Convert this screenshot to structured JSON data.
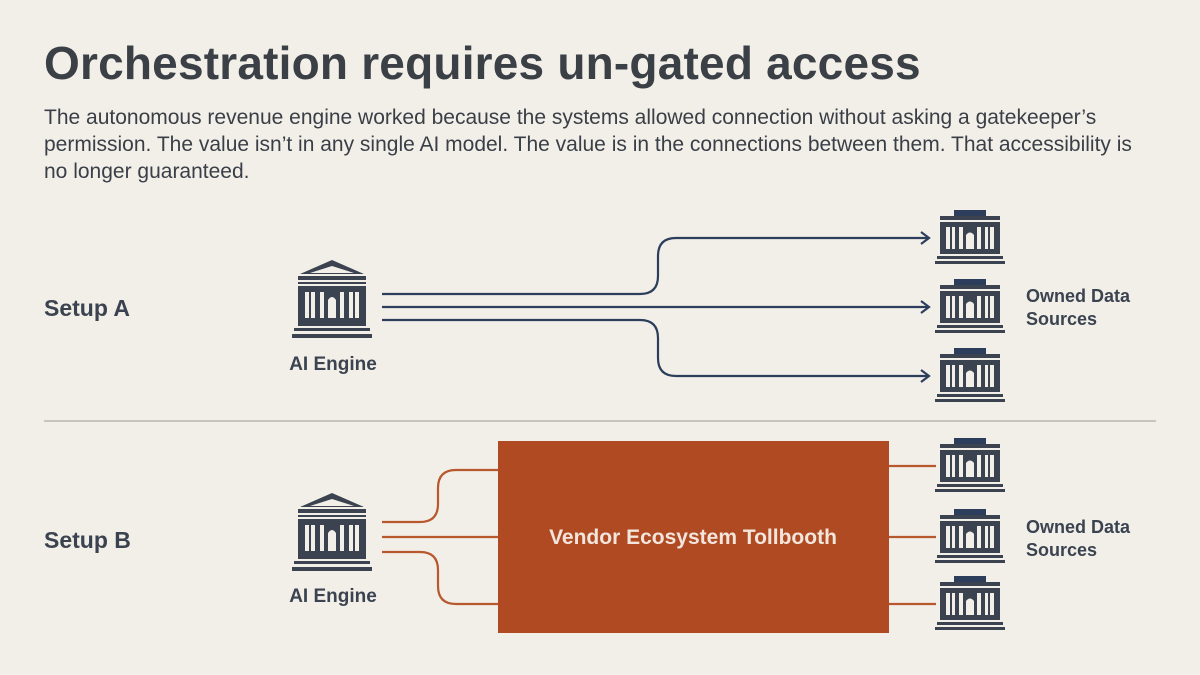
{
  "title": "Orchestration requires un-gated access",
  "description": "The autonomous revenue engine worked because the systems allowed connection without asking a gatekeeper’s permission. The value isn’t in any single AI model. The value is in the connections between them. That accessibility is no longer guaranteed.",
  "setup_a": {
    "label": "Setup A",
    "engine_label": "AI Engine",
    "sources_label_line1": "Owned Data",
    "sources_label_line2": "Sources"
  },
  "setup_b": {
    "label": "Setup B",
    "engine_label": "AI Engine",
    "tollbooth_label": "Vendor Ecosystem Tollbooth",
    "sources_label_line1": "Owned Data",
    "sources_label_line2": "Sources"
  },
  "colors": {
    "navy": "#2c3e5c",
    "icon_dark": "#3b4350",
    "orange": "#b04a22",
    "orange_line": "#b8582e",
    "background": "#f2efe8",
    "divider": "#9a9a9a"
  },
  "icons": {
    "engine": "bank-building-icon",
    "source": "bank-building-icon"
  }
}
